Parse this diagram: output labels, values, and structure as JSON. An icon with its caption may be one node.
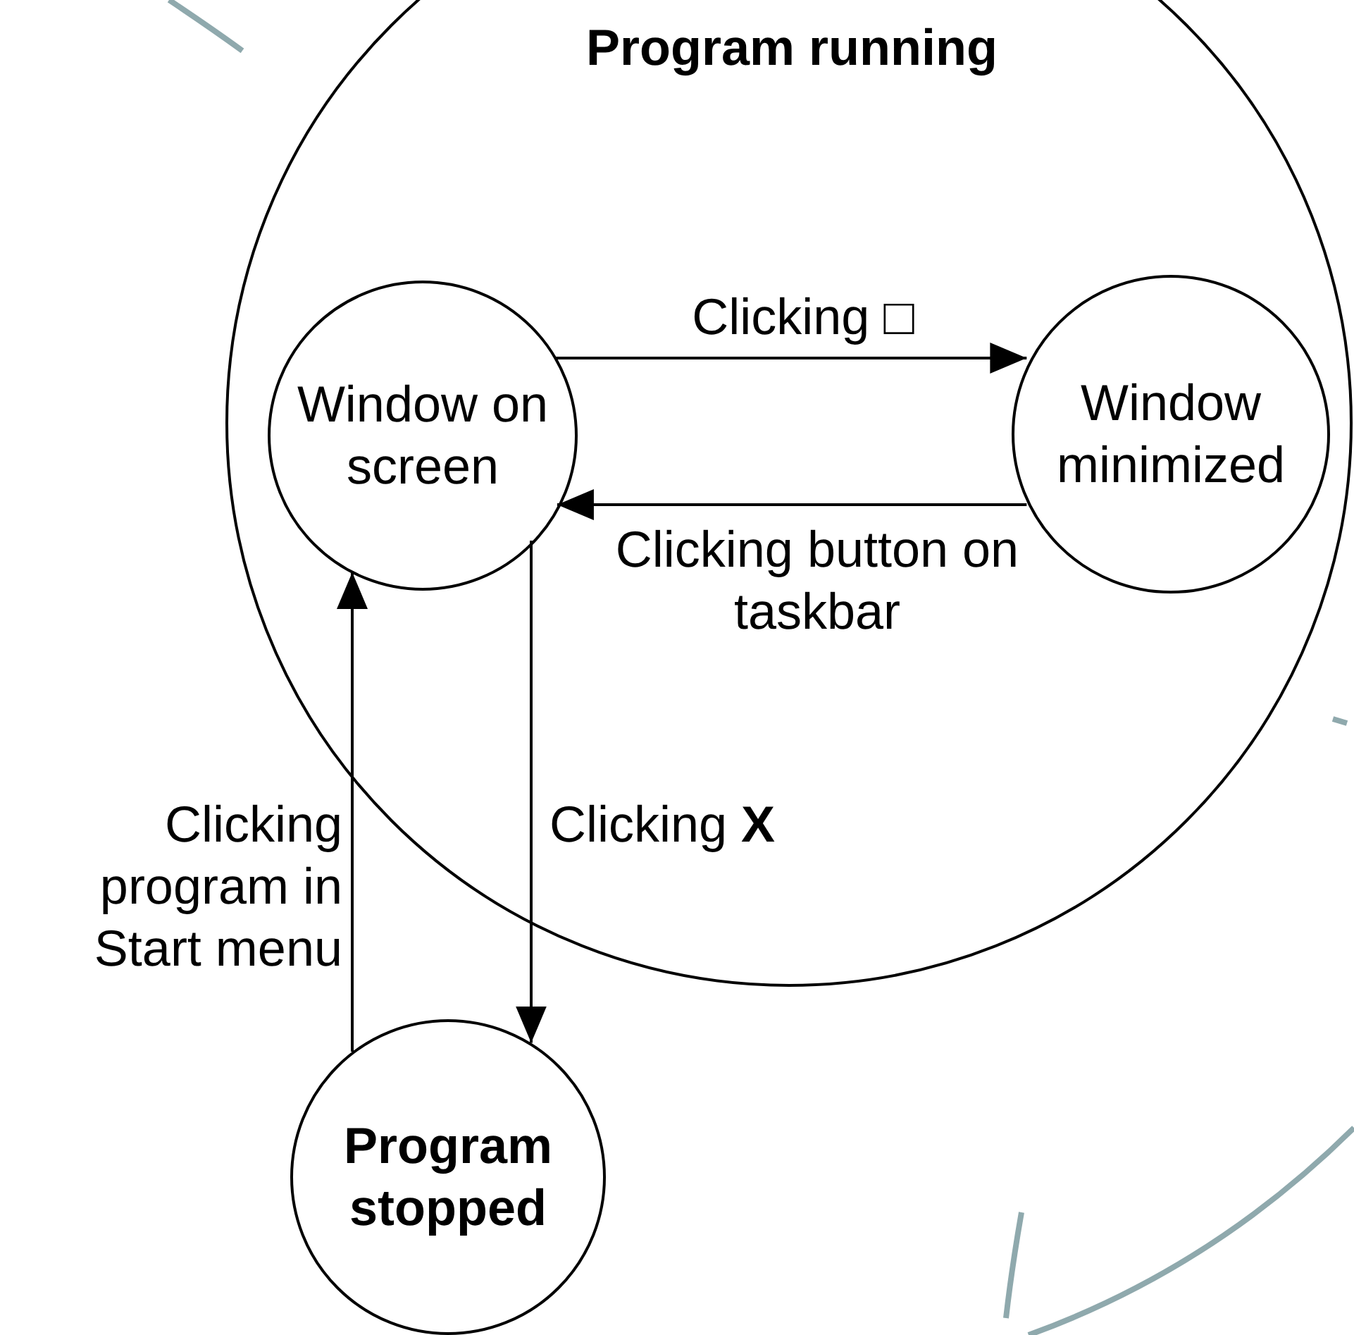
{
  "diagram": {
    "nodes": [
      {
        "text": [
          "Program running"
        ]
      },
      {
        "text": [
          "Window on screen"
        ],
        "in": 0
      },
      {
        "text": [
          "Window minimized"
        ],
        "in": 0
      },
      {
        "text": [
          "Program stopped"
        ]
      }
    ],
    "edges": [
      {
        "from": 1,
        "to": 2,
        "arrow": "to",
        "label": "Clicking □"
      },
      {
        "from": 2,
        "to": 1,
        "arrow": "to",
        "label": "Clicking button on taskbar"
      },
      {
        "from": 1,
        "to": 3,
        "arrow": "to",
        "label": "Clicking **X**"
      },
      {
        "from": 3,
        "to": 1,
        "arrow": "to",
        "label": "Clicking program in Start menu"
      }
    ]
  }
}
